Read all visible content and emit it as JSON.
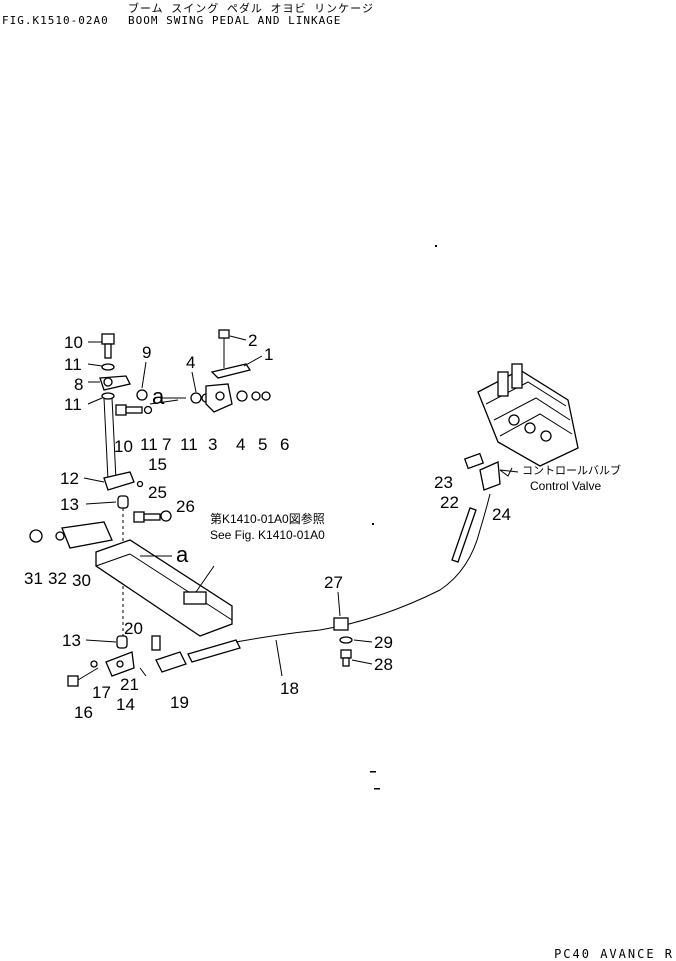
{
  "header": {
    "jp_title": "ブーム スイング ペダル オヨビ リンケージ",
    "fig_code": "FIG.K1510-02A0",
    "title": "BOOM SWING PEDAL AND LINKAGE"
  },
  "callouts": {
    "p1": "1",
    "p2": "2",
    "p3": "3",
    "p4a": "4",
    "p4b": "4",
    "p5": "5",
    "p6": "6",
    "p7": "7",
    "p8": "8",
    "p9": "9",
    "p10a": "10",
    "p10b": "10",
    "p11a": "11",
    "p11b": "11",
    "p11c": "11",
    "p11d": "11",
    "p12": "12",
    "p13a": "13",
    "p13b": "13",
    "p14": "14",
    "p15": "15",
    "p16": "16",
    "p17": "17",
    "p18": "18",
    "p19": "19",
    "p20": "20",
    "p21": "21",
    "p22": "22",
    "p23": "23",
    "p24": "24",
    "p25": "25",
    "p26": "26",
    "p27": "27",
    "p28": "28",
    "p29": "29",
    "p30": "30",
    "p31": "31",
    "p32": "32",
    "a1": "a",
    "a2": "a"
  },
  "notes": {
    "see_jp": "第K1410-01A0図参照",
    "see_en": "See Fig. K1410-01A0",
    "cv_jp": "コントロールバルブ",
    "cv_en": "Control Valve"
  },
  "footer": "PC40 AVANCE R"
}
